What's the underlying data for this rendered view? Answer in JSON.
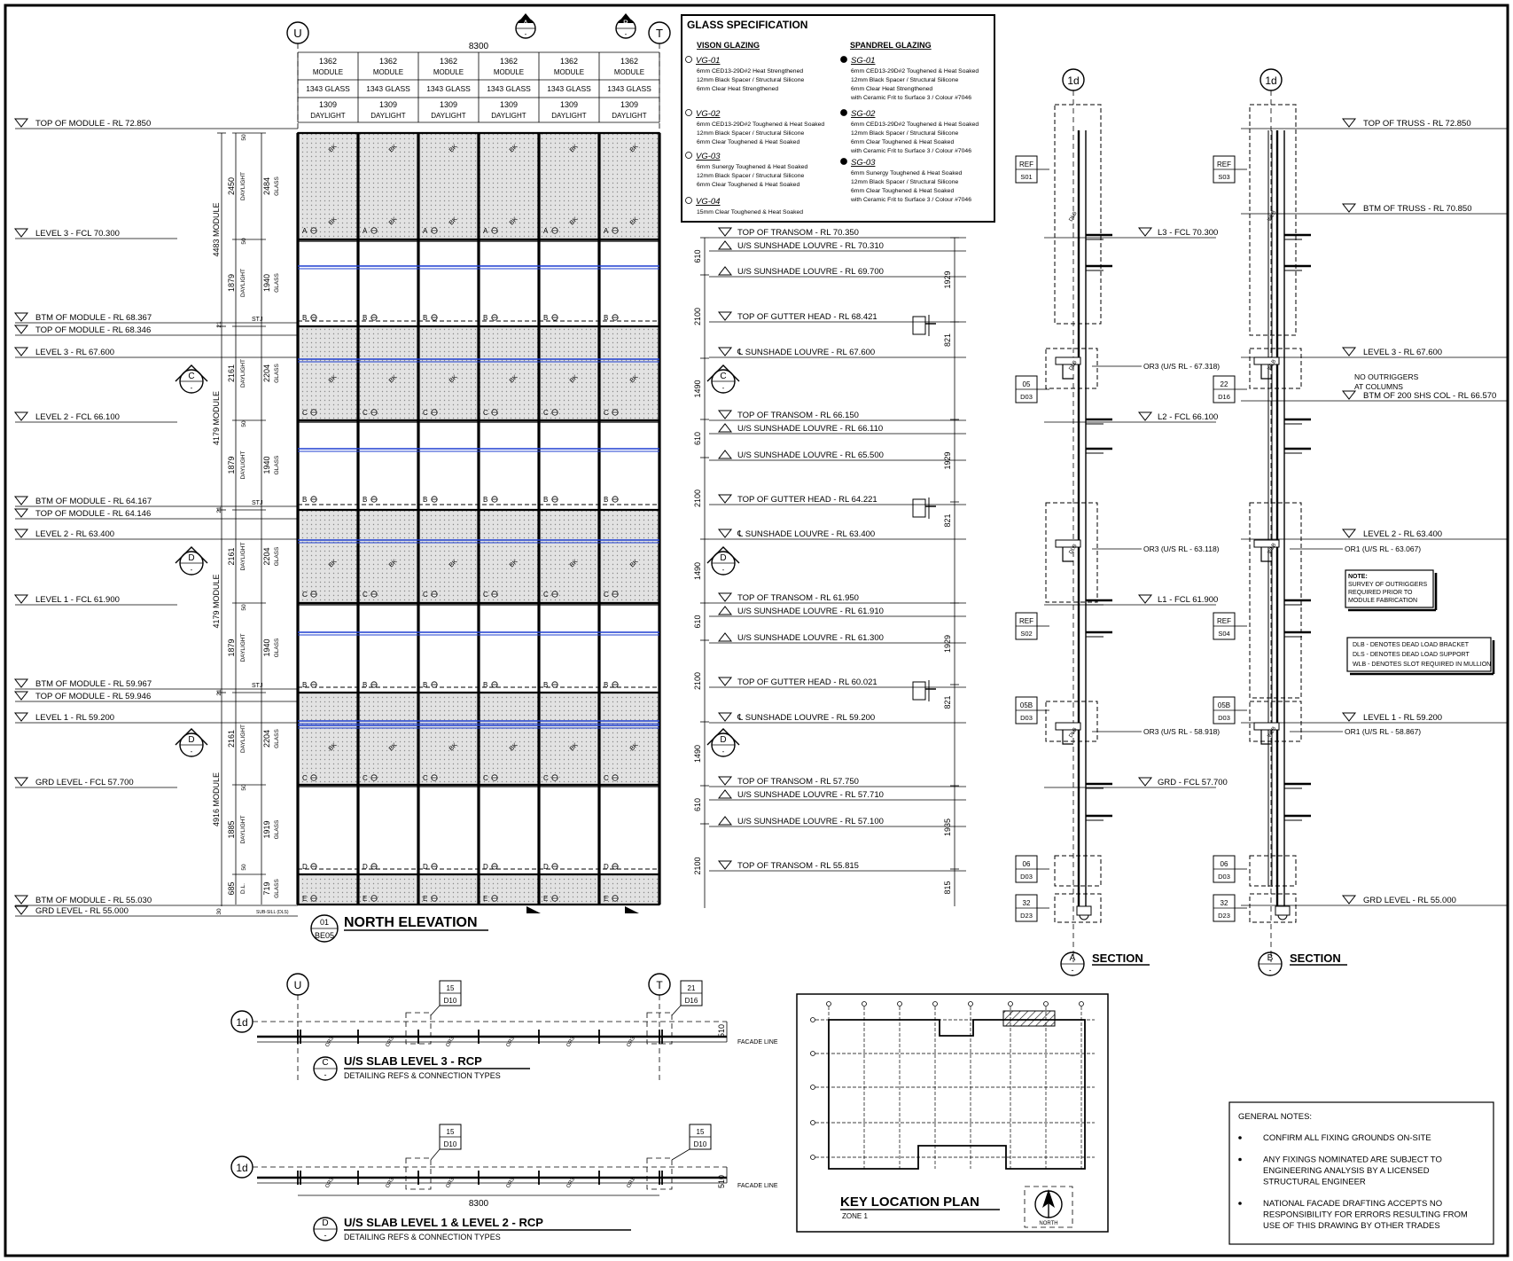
{
  "colors": {
    "ink": "#000000",
    "paper": "#ffffff",
    "louvre": "#1f3fd0",
    "spandrel_fill": "#d9d9d9"
  },
  "grid_markers": {
    "u": "U",
    "t": "T",
    "a": "A",
    "b": "B",
    "c": "C",
    "d": "D",
    "e": "E",
    "oned": "1d",
    "dash": "-"
  },
  "elevation": {
    "overall_width": "8300",
    "module_value": "1362",
    "module_label": "MODULE",
    "glass_label": "1343 GLASS",
    "daylight_value": "1309",
    "daylight_label": "DAYLIGHT",
    "levels_left": [
      "TOP OF MODULE - RL 72.850",
      "LEVEL 3 - FCL 70.300",
      "BTM OF MODULE - RL 68.367",
      "TOP OF MODULE - RL 68.346",
      "LEVEL 3 - RL 67.600",
      "LEVEL 2 - FCL 66.100",
      "BTM OF MODULE - RL 64.167",
      "TOP OF MODULE - RL 64.146",
      "LEVEL 2 - RL 63.400",
      "LEVEL 1 - FCL 61.900",
      "BTM OF MODULE - RL 59.967",
      "TOP OF MODULE - RL 59.946",
      "LEVEL 1 - RL 59.200",
      "GRD LEVEL - FCL 57.700",
      "BTM OF MODULE - RL 55.030",
      "GRD LEVEL - RL 55.000"
    ],
    "levels_right": [
      "TOP OF TRANSOM - RL 70.350",
      "U/S SUNSHADE LOUVRE - RL 70.310",
      "U/S SUNSHADE LOUVRE - RL 69.700",
      "TOP OF GUTTER HEAD - RL 68.421",
      "℄ SUNSHADE LOUVRE - RL 67.600",
      "TOP OF TRANSOM - RL 66.150",
      "U/S SUNSHADE LOUVRE - RL 66.110",
      "U/S SUNSHADE LOUVRE - RL 65.500",
      "TOP OF GUTTER HEAD - RL 64.221",
      "℄ SUNSHADE LOUVRE - RL 63.400",
      "TOP OF TRANSOM - RL 61.950",
      "U/S SUNSHADE LOUVRE - RL 61.910",
      "U/S SUNSHADE LOUVRE - RL 61.300",
      "TOP OF GUTTER HEAD - RL 60.021",
      "℄ SUNSHADE LOUVRE - RL 59.200",
      "TOP OF TRANSOM - RL 57.750",
      "U/S SUNSHADE LOUVRE - RL 57.710",
      "U/S SUNSHADE LOUVRE - RL 57.100",
      "TOP OF TRANSOM - RL 55.815"
    ],
    "module_dims": [
      "4483 MODULE",
      "4179 MODULE",
      "4179 MODULE",
      "4916 MODULE"
    ],
    "daylight_dims": [
      "2450",
      "1879",
      "2161",
      "1879",
      "2161",
      "1879",
      "2161",
      "1885",
      "685"
    ],
    "daylight_word": "DAYLIGHT",
    "dl_word": "D.L.",
    "glass_dims": [
      "2484",
      "1940",
      "2204",
      "1940",
      "2204",
      "1940",
      "2204",
      "1919",
      "719"
    ],
    "glass_word": "GLASS",
    "small_dims": [
      "50",
      "21",
      "30"
    ],
    "stj": "STJ",
    "sub_sill": "SUB-SILL (DLS)",
    "right_dims": [
      "610",
      "2100",
      "1490",
      "610",
      "2100",
      "1490",
      "610",
      "2100",
      "1490",
      "610",
      "2100"
    ],
    "far_right_dims": [
      "1929",
      "821",
      "1929",
      "821",
      "1929",
      "821",
      "1935",
      "815"
    ],
    "glass_tags": [
      "A",
      "B",
      "C",
      "D",
      "E"
    ],
    "bk_tag": "BK",
    "title_num": "01",
    "title_ref": "BE05",
    "title": "NORTH ELEVATION"
  },
  "glass_spec": {
    "title": "GLASS SPECIFICATION",
    "vision_heading": "VISON GLAZING",
    "spandrel_heading": "SPANDREL GLAZING",
    "vision": [
      {
        "code": "VG-01",
        "lines": [
          "6mm CED13-29D#2 Heat Strengthened",
          "12mm Black Spacer / Structural Silicone",
          "6mm Clear Heat Strengthened"
        ]
      },
      {
        "code": "VG-02",
        "lines": [
          "6mm CED13-29D#2 Toughened & Heat Soaked",
          "12mm Black Spacer / Structural Silicone",
          "6mm Clear Toughened & Heat Soaked"
        ]
      },
      {
        "code": "VG-03",
        "lines": [
          "6mm Sunergy Toughened & Heat Soaked",
          "12mm Black Spacer / Structural Silicone",
          "6mm Clear Toughened & Heat Soaked"
        ]
      },
      {
        "code": "VG-04",
        "lines": [
          "15mm Clear Toughened & Heat Soaked"
        ]
      }
    ],
    "spandrel": [
      {
        "code": "SG-01",
        "lines": [
          "6mm CED13-29D#2 Toughened & Heat Soaked",
          "12mm Black Spacer / Structural Silicone",
          "6mm Clear Heat Strengthened",
          "with Ceramic Frit to Surface 3 / Colour #7046"
        ]
      },
      {
        "code": "SG-02",
        "lines": [
          "6mm CED13-29D#2 Toughened & Heat Soaked",
          "12mm Black Spacer / Structural Silicone",
          "6mm Clear Toughened & Heat Soaked",
          "with Ceramic Frit to Surface 3 / Colour #7046"
        ]
      },
      {
        "code": "SG-03",
        "lines": [
          "6mm Sunergy Toughened & Heat Soaked",
          "12mm Black Spacer / Structural Silicone",
          "6mm Clear Toughened & Heat Soaked",
          "with Ceramic Frit to Surface 3 / Colour #7046"
        ]
      }
    ]
  },
  "section_a": {
    "refs": [
      [
        "REF",
        "S01"
      ],
      [
        "05",
        "D03"
      ],
      [
        "REF",
        "S02"
      ],
      [
        "05B",
        "D03"
      ],
      [
        "06",
        "D03"
      ],
      [
        "32",
        "D23"
      ]
    ],
    "levels": [
      "L3 - FCL 70.300",
      "L2 - FCL 66.100",
      "L1 - FCL 61.900",
      "GRD - FCL 57.700"
    ],
    "or_labels": [
      "OR3 (U/S RL - 67.318)",
      "OR3 (U/S RL - 63.118)",
      "OR3 (U/S RL - 58.918)"
    ],
    "title": "SECTION"
  },
  "section_b": {
    "refs": [
      [
        "REF",
        "S03"
      ],
      [
        "22",
        "D16"
      ],
      [
        "REF",
        "S04"
      ],
      [
        "05B",
        "D03"
      ],
      [
        "06",
        "D03"
      ],
      [
        "32",
        "D23"
      ]
    ],
    "levels": [
      "TOP OF TRUSS - RL 72.850",
      "BTM OF TRUSS - RL 70.850",
      "LEVEL 3 - RL 67.600",
      "BTM OF 200 SHS COL - RL 66.570",
      "LEVEL 2 - RL 63.400",
      "LEVEL 1 - RL 59.200",
      "GRD LEVEL - RL 55.000"
    ],
    "or_labels": [
      "OR1 (U/S RL - 63.067)",
      "OR1 (U/S RL - 58.867)"
    ],
    "no_outriggers": [
      "NO OUTRIGGERS",
      "AT COLUMNS"
    ],
    "note": [
      "NOTE:",
      "SURVEY OF OUTRIGGERS",
      "REQUIRED PRIOR TO",
      "MODULE FABRICATION"
    ],
    "legend": [
      "DLB - DENOTES DEAD LOAD BRACKET",
      "DLS - DENOTES DEAD LOAD SUPPORT",
      "WLB - DENOTES SLOT REQUIRED IN MULLION"
    ],
    "title": "SECTION"
  },
  "plan_c": {
    "ref1": [
      "15",
      "D10"
    ],
    "ref2": [
      "21",
      "D16"
    ],
    "dim": "510",
    "facade_line": "FACADE LINE",
    "or_tag": "OR3",
    "title": "U/S SLAB LEVEL 3 - RCP",
    "subtitle": "DETAILING REFS & CONNECTION TYPES"
  },
  "plan_d": {
    "ref1": [
      "15",
      "D10"
    ],
    "ref2": [
      "15",
      "D10"
    ],
    "dim": "510",
    "facade_line": "FACADE LINE",
    "width": "8300",
    "or_tag": "OR3",
    "or_end": "OR1",
    "title": "U/S SLAB LEVEL 1 & LEVEL 2 - RCP",
    "subtitle": "DETAILING REFS & CONNECTION TYPES"
  },
  "key_plan": {
    "title": "KEY LOCATION PLAN",
    "zone": "ZONE 1",
    "north": "NORTH"
  },
  "general_notes": {
    "title": "GENERAL NOTES:",
    "items": [
      [
        "CONFIRM ALL FIXING GROUNDS ON-SITE"
      ],
      [
        "ANY FIXINGS NOMINATED ARE SUBJECT TO",
        "ENGINEERING ANALYSIS BY A LICENSED",
        "STRUCTURAL ENGINEER"
      ],
      [
        "NATIONAL FACADE DRAFTING ACCEPTS NO",
        "RESPONSIBILITY FOR ERRORS RESULTING FROM",
        "USE OF THIS DRAWING BY OTHER TRADES"
      ]
    ]
  }
}
